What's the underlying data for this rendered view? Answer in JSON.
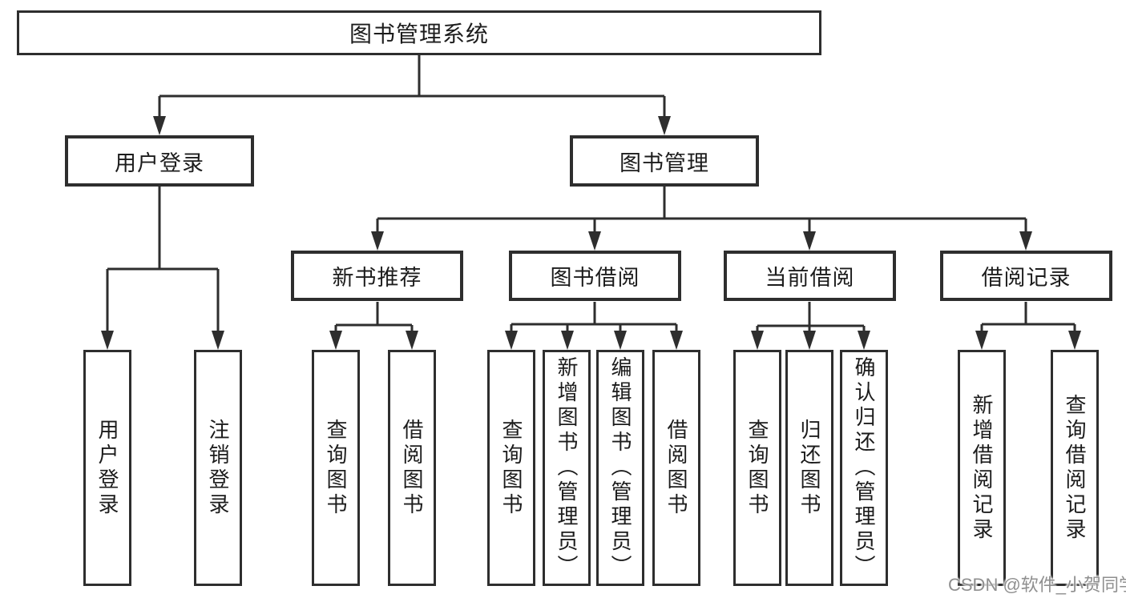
{
  "colors": {
    "line": "#2e2e2e",
    "text": "#1c1c1c",
    "watermark": "#8f8f8f",
    "bg": "#ffffff"
  },
  "tree": {
    "label": "图书管理系统",
    "children": [
      {
        "label": "用户登录",
        "children": [
          {
            "label": "用户登录"
          },
          {
            "label": "注销登录"
          }
        ]
      },
      {
        "label": "图书管理",
        "children": [
          {
            "label": "新书推荐",
            "children": [
              {
                "label": "查询图书"
              },
              {
                "label": "借阅图书"
              }
            ]
          },
          {
            "label": "图书借阅",
            "children": [
              {
                "label": "查询图书"
              },
              {
                "label": "新增图书（管理员）"
              },
              {
                "label": "编辑图书（管理员）"
              },
              {
                "label": "借阅图书"
              }
            ]
          },
          {
            "label": "当前借阅",
            "children": [
              {
                "label": "查询图书"
              },
              {
                "label": "归还图书"
              },
              {
                "label": "确认归还（管理员）"
              }
            ]
          },
          {
            "label": "借阅记录",
            "children": [
              {
                "label": "新增借阅记录"
              },
              {
                "label": "查询借阅记录"
              }
            ]
          }
        ]
      }
    ]
  },
  "watermark": "CSDN @软件_小贺同学"
}
